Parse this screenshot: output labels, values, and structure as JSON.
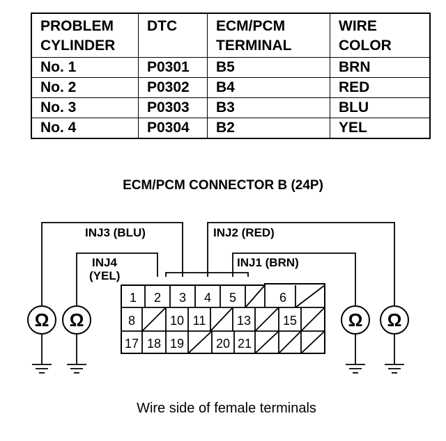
{
  "table": {
    "headers": [
      "PROBLEM\nCYLINDER",
      "DTC",
      "ECM/PCM\nTERMINAL",
      "WIRE\nCOLOR"
    ],
    "rows": [
      [
        "No. 1",
        "P0301",
        "B5",
        "BRN"
      ],
      [
        "No. 2",
        "P0302",
        "B4",
        "RED"
      ],
      [
        "No. 3",
        "P0303",
        "B3",
        "BLU"
      ],
      [
        "No. 4",
        "P0304",
        "B2",
        "YEL"
      ]
    ]
  },
  "connector": {
    "title": "ECM/PCM CONNECTOR B (24P)",
    "wire_labels": {
      "inj3": "INJ3 (BLU)",
      "inj2": "INJ2 (RED)",
      "inj4_line1": "INJ4",
      "inj4_line2": "(YEL)",
      "inj1": "INJ1 (BRN)"
    },
    "terminals": [
      "1",
      "2",
      "3",
      "4",
      "5",
      "6",
      "8",
      "10",
      "11",
      "13",
      "15",
      "17",
      "18",
      "19",
      "20",
      "21"
    ],
    "ohm_symbol": "Ω",
    "meter_count": 4
  },
  "caption": "Wire side of female terminals"
}
